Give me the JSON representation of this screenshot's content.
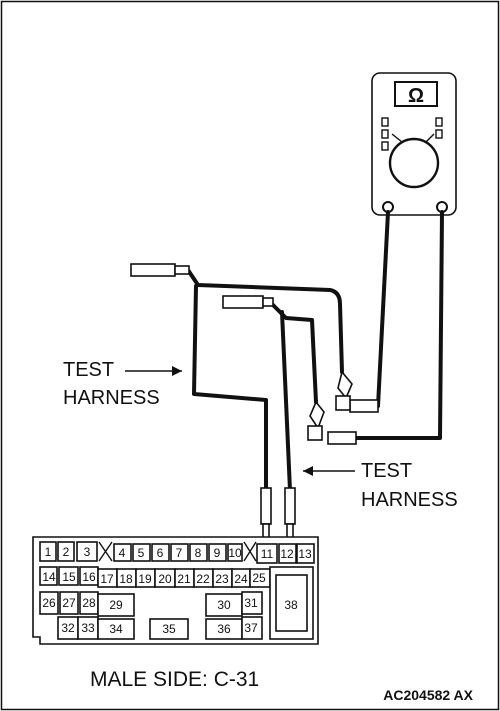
{
  "labels": {
    "test_harness_left_line1": "TEST",
    "test_harness_left_line2": "HARNESS",
    "test_harness_right_line1": "TEST",
    "test_harness_right_line2": "HARNESS",
    "male_side": "MALE SIDE: C-31",
    "figure_code": "AC204582 AX"
  },
  "meter": {
    "symbol": "Ω"
  },
  "connector": {
    "row1": [
      "1",
      "2",
      "3",
      "4",
      "5",
      "6",
      "7",
      "8",
      "9",
      "10",
      "11",
      "12",
      "13"
    ],
    "row2": [
      "14",
      "15",
      "16",
      "17",
      "18",
      "19",
      "20",
      "21",
      "22",
      "23",
      "24",
      "25"
    ],
    "row3": [
      "26",
      "27",
      "28",
      "29",
      "30",
      "31",
      "38"
    ],
    "row4": [
      "32",
      "33",
      "34",
      "35",
      "36",
      "37"
    ]
  }
}
